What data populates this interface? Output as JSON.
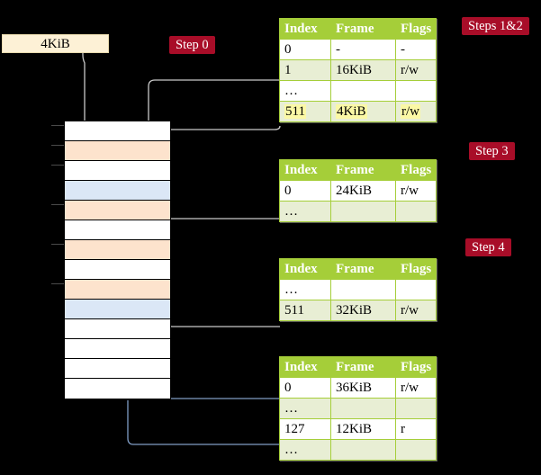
{
  "source_box": {
    "label": "4KiB"
  },
  "badges": [
    {
      "name": "step-0",
      "label": "Step 0"
    },
    {
      "name": "steps-1-and-2",
      "label": "Steps 1&2"
    },
    {
      "name": "step-3",
      "label": "Step 3"
    },
    {
      "name": "step-4",
      "label": "Step 4"
    }
  ],
  "memory_column": {
    "rows": [
      {
        "fill": "white"
      },
      {
        "fill": "orange"
      },
      {
        "fill": "white"
      },
      {
        "fill": "blue"
      },
      {
        "fill": "orange"
      },
      {
        "fill": "white"
      },
      {
        "fill": "orange"
      },
      {
        "fill": "white"
      },
      {
        "fill": "orange"
      },
      {
        "fill": "blue"
      },
      {
        "fill": "white"
      },
      {
        "fill": "white"
      },
      {
        "fill": "white"
      },
      {
        "fill": "white"
      }
    ]
  },
  "tables": [
    {
      "name": "page-table-level-4",
      "headers": [
        "Index",
        "Frame",
        "Flags"
      ],
      "rows": [
        {
          "cells": [
            "0",
            "-",
            "-"
          ],
          "alt": false,
          "highlight": false
        },
        {
          "cells": [
            "1",
            "16KiB",
            "r/w"
          ],
          "alt": true,
          "highlight": false
        },
        {
          "cells": [
            "…",
            "",
            ""
          ],
          "alt": false,
          "highlight": false
        },
        {
          "cells": [
            "511",
            "4KiB",
            "r/w"
          ],
          "alt": true,
          "highlight": true
        }
      ]
    },
    {
      "name": "page-table-level-3",
      "headers": [
        "Index",
        "Frame",
        "Flags"
      ],
      "rows": [
        {
          "cells": [
            "0",
            "24KiB",
            "r/w"
          ],
          "alt": false,
          "highlight": false
        },
        {
          "cells": [
            "…",
            "",
            ""
          ],
          "alt": true,
          "highlight": false
        }
      ]
    },
    {
      "name": "page-table-level-2",
      "headers": [
        "Index",
        "Frame",
        "Flags"
      ],
      "rows": [
        {
          "cells": [
            "…",
            "",
            ""
          ],
          "alt": false,
          "highlight": false
        },
        {
          "cells": [
            "511",
            "32KiB",
            "r/w"
          ],
          "alt": true,
          "highlight": false
        }
      ]
    },
    {
      "name": "page-table-level-1",
      "headers": [
        "Index",
        "Frame",
        "Flags"
      ],
      "rows": [
        {
          "cells": [
            "0",
            "36KiB",
            "r/w"
          ],
          "alt": false,
          "highlight": false
        },
        {
          "cells": [
            "…",
            "",
            ""
          ],
          "alt": true,
          "highlight": false
        },
        {
          "cells": [
            "127",
            "12KiB",
            "r"
          ],
          "alt": false,
          "highlight": false
        },
        {
          "cells": [
            "…",
            "",
            ""
          ],
          "alt": true,
          "highlight": false
        }
      ]
    }
  ],
  "colors": {
    "background": "#000000",
    "table_header": "#a5ce39",
    "table_alt_row": "#e8eed4",
    "highlight": "#fbf8a5",
    "badge": "#a80d28",
    "source_box": "#fdf1d6",
    "mem_orange": "#fde3cd",
    "mem_blue": "#dbe7f6",
    "wire_gray": "#c9c9c9",
    "wire_blue": "#7f9cc4"
  }
}
